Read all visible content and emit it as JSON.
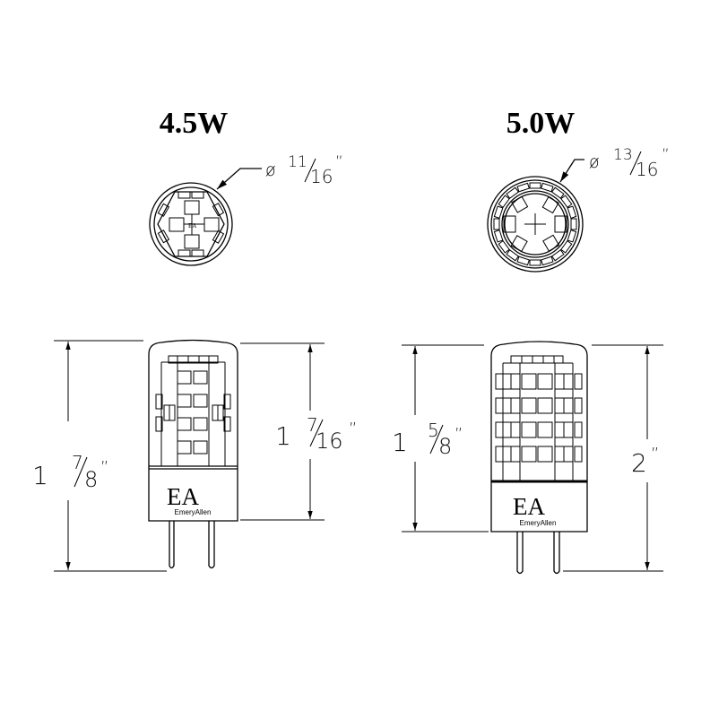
{
  "left_bulb": {
    "wattage": "4.5W",
    "diameter": {
      "symbol": "ø",
      "num": "11",
      "den": "16",
      "unit": "”"
    },
    "overall_height": {
      "whole": "1",
      "num": "7",
      "den": "8",
      "unit": "”"
    },
    "body_height": {
      "whole": "1",
      "num": "7",
      "den": "16",
      "unit": "”"
    },
    "logo": {
      "mark": "EA",
      "brand": "EmeryAllen"
    }
  },
  "right_bulb": {
    "wattage": "5.0W",
    "diameter": {
      "symbol": "ø",
      "num": "13",
      "den": "16",
      "unit": "”"
    },
    "body_height": {
      "whole": "1",
      "num": "5",
      "den": "8",
      "unit": "”"
    },
    "overall_height": {
      "whole": "2",
      "unit": "”"
    },
    "logo": {
      "mark": "EA",
      "brand": "EmeryAllen"
    }
  }
}
